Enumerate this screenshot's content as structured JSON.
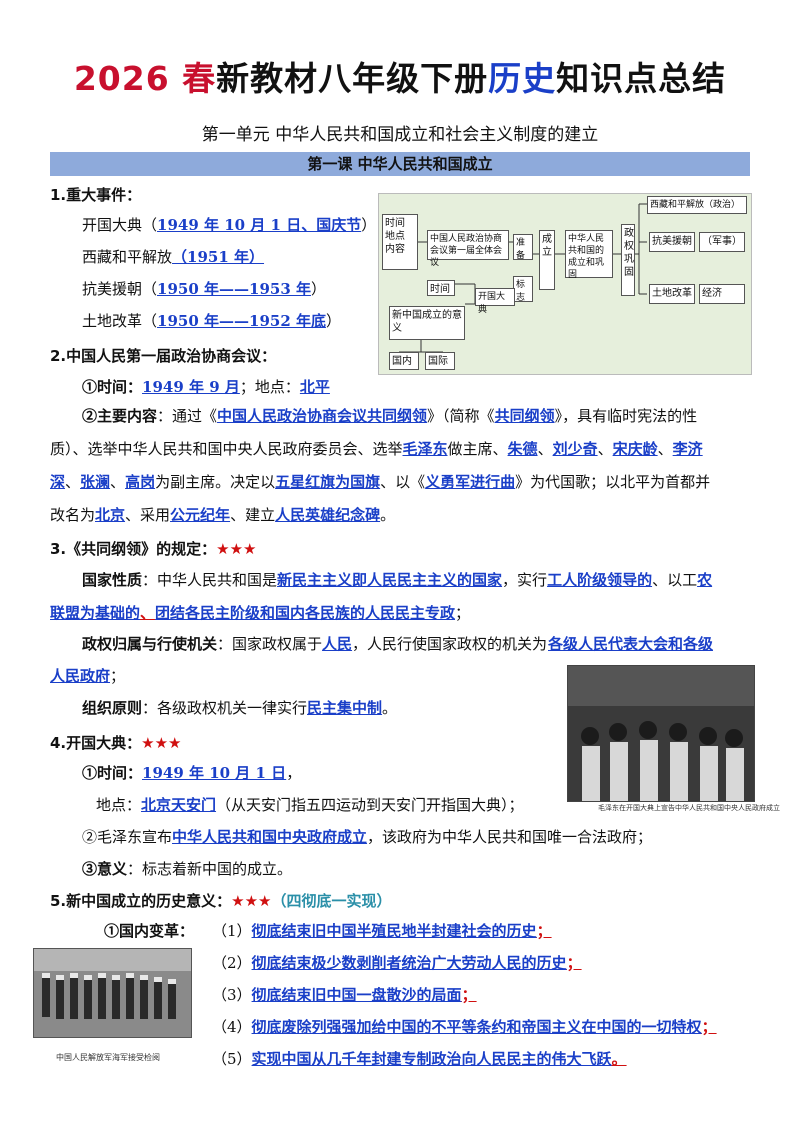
{
  "header": {
    "title_p1": "2026 春",
    "title_p2": "新教材八年级下册",
    "title_p3": "历史",
    "title_p4": "知识点总结",
    "unit": "第一单元   中华人民共和国成立和社会主义制度的建立",
    "lesson": "第一课   中华人民共和国成立"
  },
  "s1": {
    "heading": "1.重大事件：",
    "e1_label": "开国大典",
    "e1_link": "1949 年 10 月 1 日、国庆节",
    "e2_label": "西藏和平解放",
    "e2_link": "1951 年",
    "e3_label": "抗美援朝",
    "e3_link": "1950 年——1953 年",
    "e4_label": "土地改革",
    "e4_link": "1950 年——1952 年底"
  },
  "diagram": {
    "b1": "时间\n地点\n内容",
    "b2": "中国人民政治协商会议第一届全体会议",
    "b3": "准备",
    "b4": "成立",
    "b5": "标志",
    "b6": "中华人民共和国的成立和巩固",
    "b7": "政权巩固",
    "b8": "西藏和平解放（政治）",
    "b9": "抗美援朝",
    "b10": "（军事）",
    "b11": "土地改革",
    "b12": "经济",
    "b13": "时间",
    "b14": "开国大典",
    "b15": "新中国成立的意义",
    "b16": "国内",
    "b17": "国际"
  },
  "s2": {
    "heading": "2.中国人民第一届政治协商会议：",
    "time_label": "①时间：",
    "time": "1949 年 9 月",
    "place_label": "；地点：",
    "place": "北平",
    "c_label": "②主要内容",
    "c1": "：通过《",
    "c2": "中国人民政治协商会议共同纲领",
    "c3": "》（简称《",
    "c4": "共同纲领",
    "c5": "》，具有临时宪法的性",
    "c6": "质）、选举中华人民共和国中央人民政府委员会、选举",
    "c7": "毛泽东",
    "c8": "做主席、",
    "c9": "朱德",
    "c10": "、",
    "c11": "刘少奇",
    "c12": "、",
    "c13": "宋庆龄",
    "c14": "、",
    "c15": "李济",
    "c16": "深",
    "c17": "、",
    "c18": "张澜",
    "c19": "、",
    "c20": "高岗",
    "c21": "为副主席。决定以",
    "c22": "五星红旗为国旗",
    "c23": "、以《",
    "c24": "义勇军进行曲",
    "c25": "》为代国歌；以北平为首都并",
    "c26": "改名为",
    "c27": "北京",
    "c28": "、采用",
    "c29": "公元纪年",
    "c30": "、建立",
    "c31": "人民英雄纪念碑",
    "c32": "。"
  },
  "s3": {
    "heading": "3.《共同纲领》的规定：",
    "stars": "★★★",
    "n_label": "国家性质",
    "n1": "：中华人民共和国是",
    "n2": "新民主主义即人民民主主义的国家",
    "n3": "，实行",
    "n4": "工人阶级领导的",
    "n5": "、以工",
    "n6": "农",
    "n7": "联盟为基础的",
    "n8": "、",
    "n9": "团结各民主阶级和国内各民族的人民民主专政",
    "n10": "；",
    "p_label": "政权归属与行使机关",
    "p1": "：国家政权属于",
    "p2": "人民",
    "p3": "，人民行使国家政权的机关为",
    "p4": "各级人民代表大会和各级",
    "p5": "人民政府",
    "p6": "；",
    "o_label": "组织原则",
    "o1": "：各级政权机关一律实行",
    "o2": "民主集中制",
    "o3": "。"
  },
  "s4": {
    "heading": "4.开国大典：",
    "stars": "★★★",
    "time_label": "①时间：",
    "time": "1949 年 10 月 1 日",
    "time_end": "，",
    "place_label": "地点：",
    "place": "北京天安门",
    "place_note": "（从天安门指五四运动到天安门开指国大典）；",
    "a1": "②毛泽东宣布",
    "a2": "中华人民共和国中央政府成立",
    "a3": "，该政府为中华人民共和国唯一合法政府；",
    "m_label": "③意义",
    "m1": "：标志着新中国的成立。",
    "photo_caption": "毛泽东在开国大典上宣告中华人民共和国中央人民政府成立"
  },
  "s5": {
    "heading": "5.新中国成立的历史意义：",
    "stars": "★★★",
    "tag": "（四彻底一实现）",
    "sub": "①国内变革：",
    "i1n": "（1）",
    "i1": "彻底结束旧中国半殖民地半封建社会的历史",
    "i1e": "；",
    "i2n": "（2）",
    "i2": "彻底结束极少数剥削者统治广大劳动人民的历史",
    "i2e": "；",
    "i3n": "（3）",
    "i3": "彻底结束旧中国一盘散沙的局面",
    "i3e": "；",
    "i4n": "（4）",
    "i4": "彻底废除列强强加给中国的不平等条约和帝国主义在中国的一切特权",
    "i4e": "；",
    "i5n": "（5）",
    "i5": "实现中国从几千年封建专制政治向人民民主的伟大飞跃",
    "i5e": "。",
    "photo_caption": "中国人民解放军海军接受检阅"
  }
}
